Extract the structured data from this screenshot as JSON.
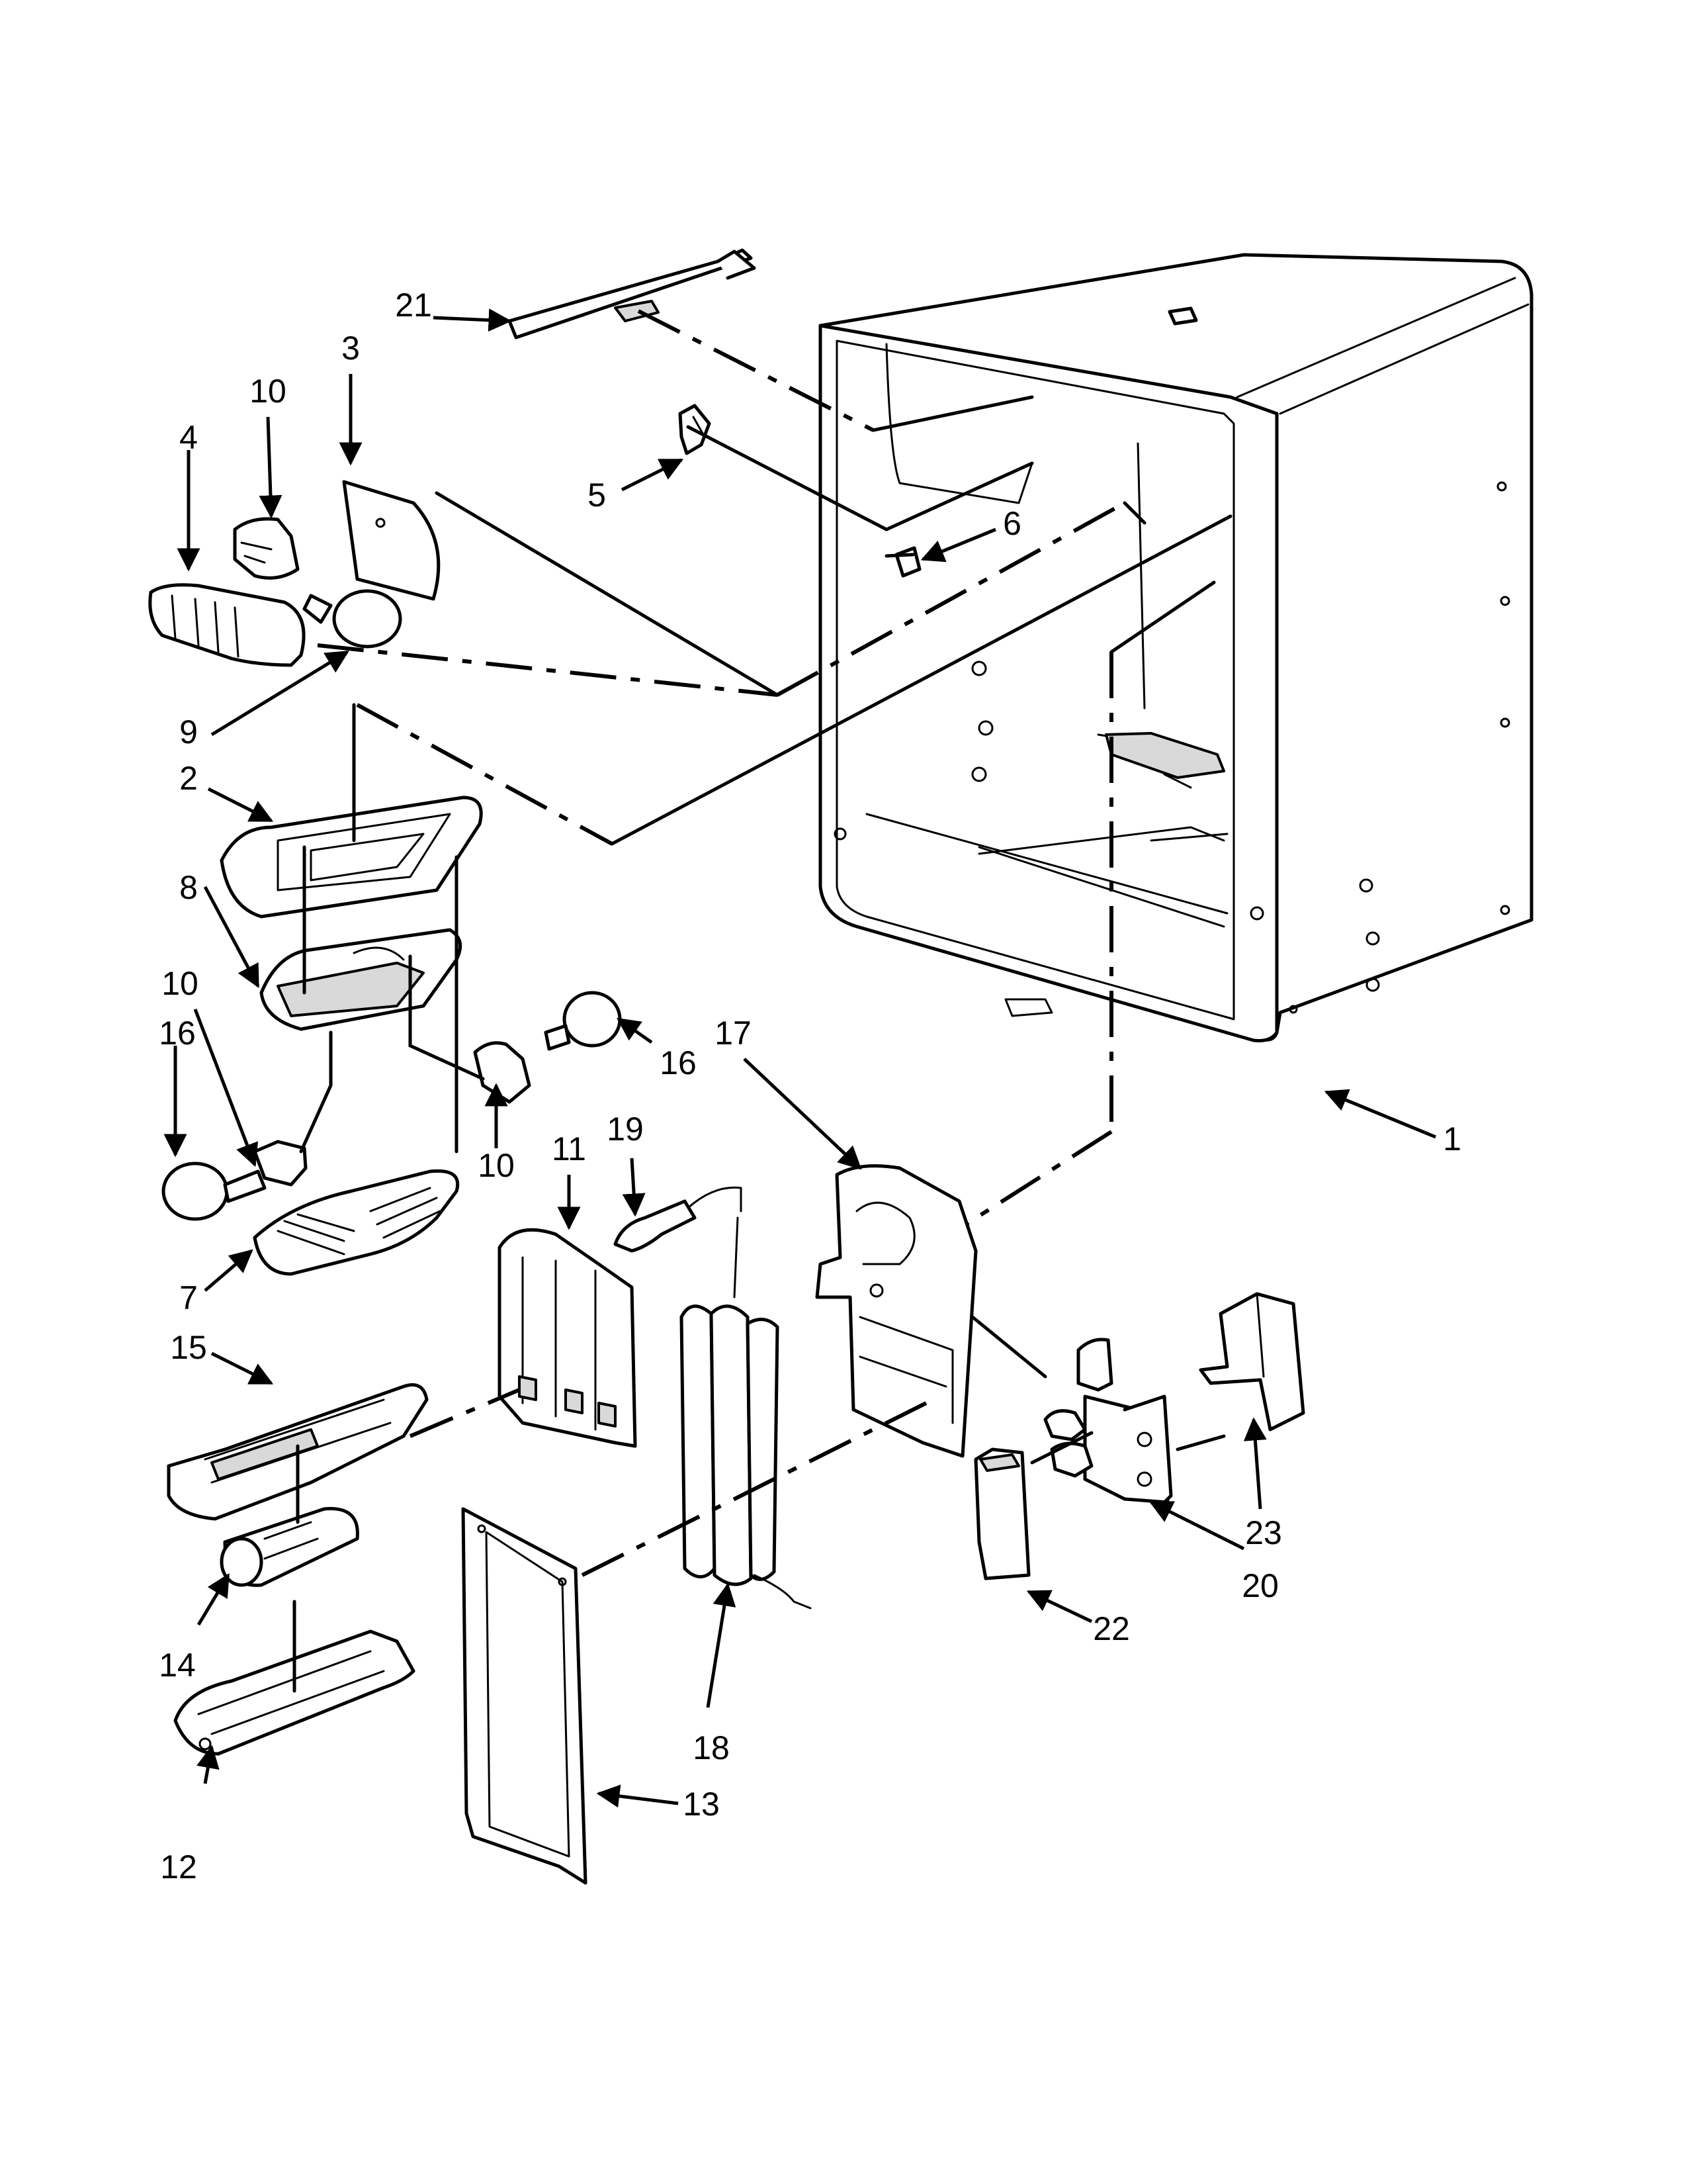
{
  "callouts": [
    {
      "id": "1",
      "label": "1"
    },
    {
      "id": "2",
      "label": "2"
    },
    {
      "id": "3",
      "label": "3"
    },
    {
      "id": "4",
      "label": "4"
    },
    {
      "id": "5",
      "label": "5"
    },
    {
      "id": "6",
      "label": "6"
    },
    {
      "id": "7",
      "label": "7"
    },
    {
      "id": "8",
      "label": "8"
    },
    {
      "id": "9",
      "label": "9"
    },
    {
      "id": "10a",
      "label": "10"
    },
    {
      "id": "10b",
      "label": "10"
    },
    {
      "id": "10c",
      "label": "10"
    },
    {
      "id": "11",
      "label": "11"
    },
    {
      "id": "12",
      "label": "12"
    },
    {
      "id": "13",
      "label": "13"
    },
    {
      "id": "14",
      "label": "14"
    },
    {
      "id": "15",
      "label": "15"
    },
    {
      "id": "16a",
      "label": "16"
    },
    {
      "id": "16b",
      "label": "16"
    },
    {
      "id": "17",
      "label": "17"
    },
    {
      "id": "18",
      "label": "18"
    },
    {
      "id": "19",
      "label": "19"
    },
    {
      "id": "20",
      "label": "20"
    },
    {
      "id": "21",
      "label": "21"
    },
    {
      "id": "22",
      "label": "22"
    },
    {
      "id": "23",
      "label": "23"
    }
  ]
}
